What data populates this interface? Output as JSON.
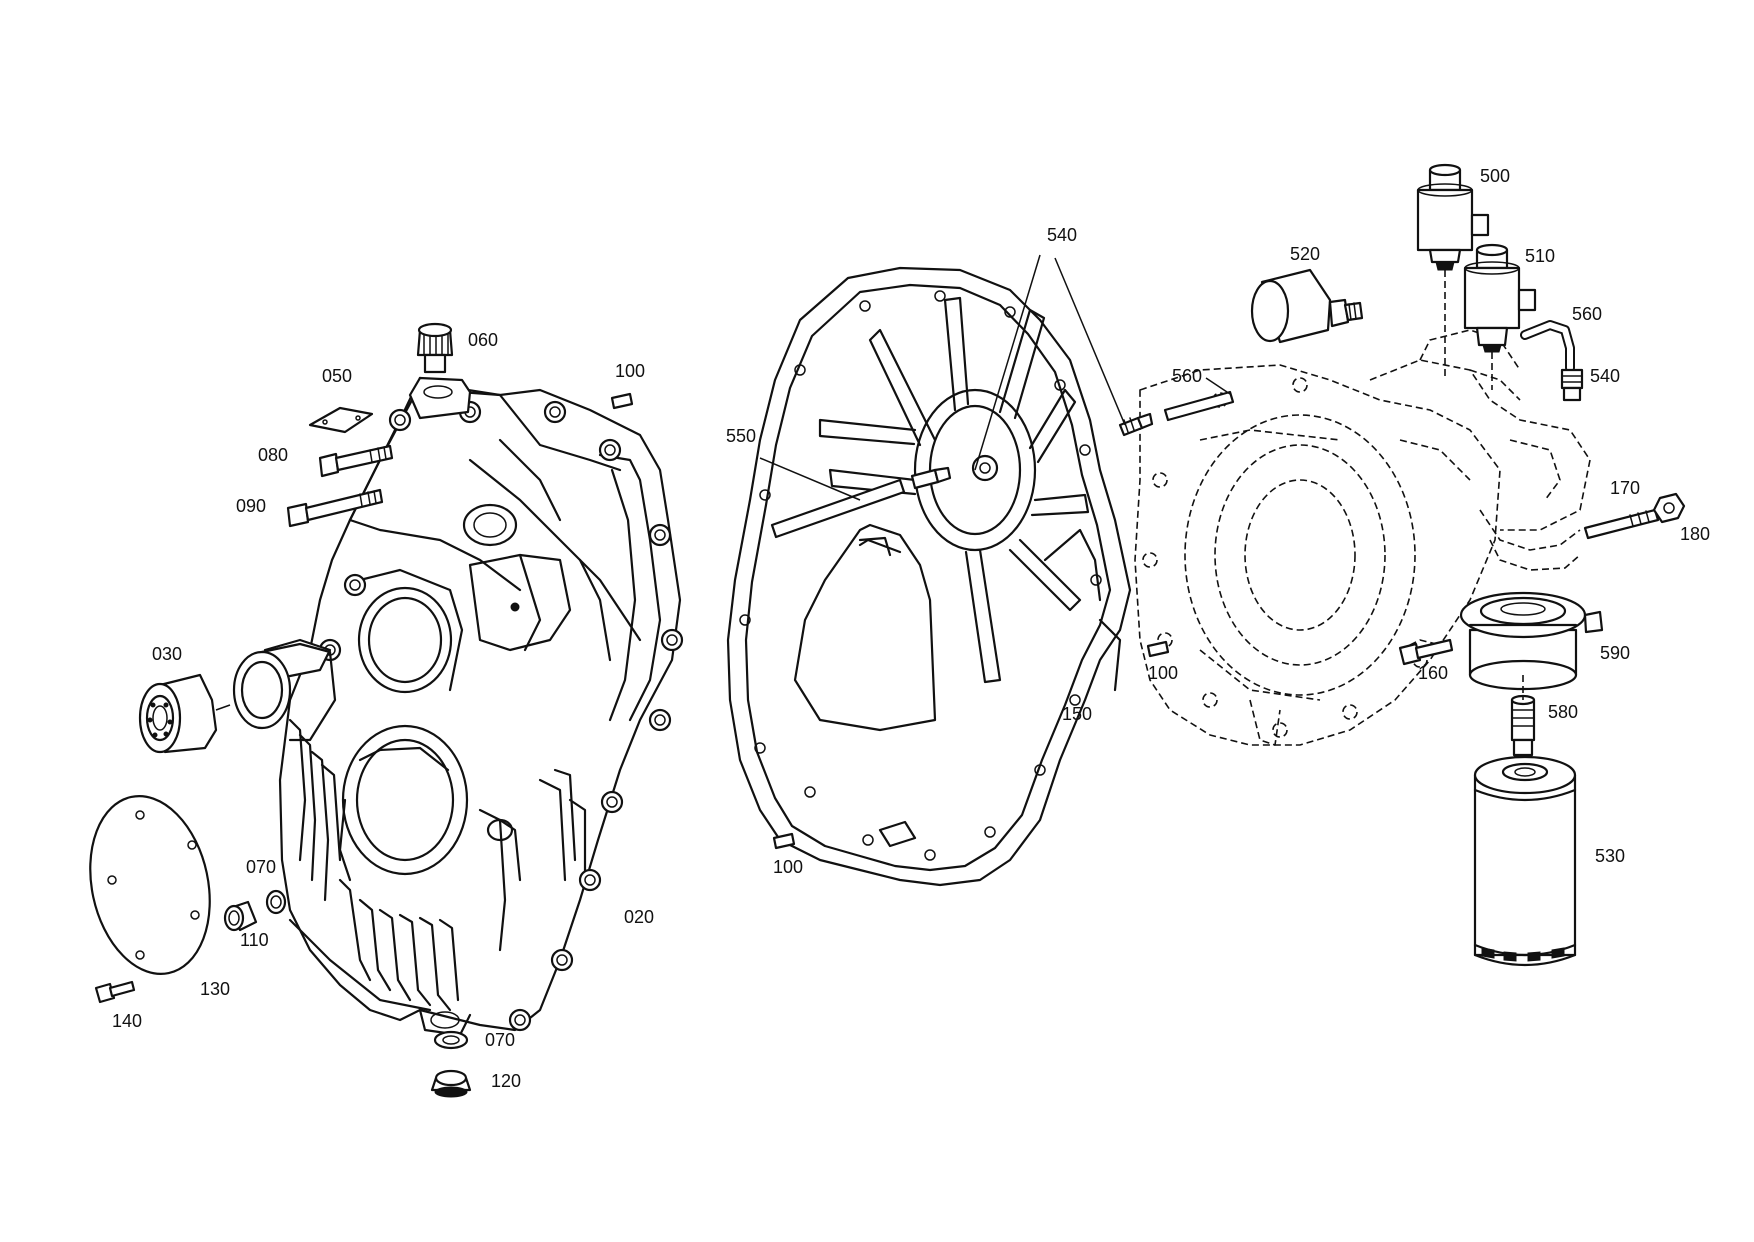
{
  "callouts": {
    "c020": "020",
    "c030": "030",
    "c050": "050",
    "c060": "060",
    "c070a": "070",
    "c070b": "070",
    "c080": "080",
    "c090": "090",
    "c100a": "100",
    "c100b": "100",
    "c100c": "100",
    "c110": "110",
    "c120": "120",
    "c130": "130",
    "c140": "140",
    "c150": "150",
    "c160": "160",
    "c170": "170",
    "c180": "180",
    "c500": "500",
    "c510": "510",
    "c520": "520",
    "c530": "530",
    "c540a": "540",
    "c540b": "540",
    "c550": "550",
    "c560a": "560",
    "c560b": "560",
    "c580": "580",
    "c590": "590"
  }
}
